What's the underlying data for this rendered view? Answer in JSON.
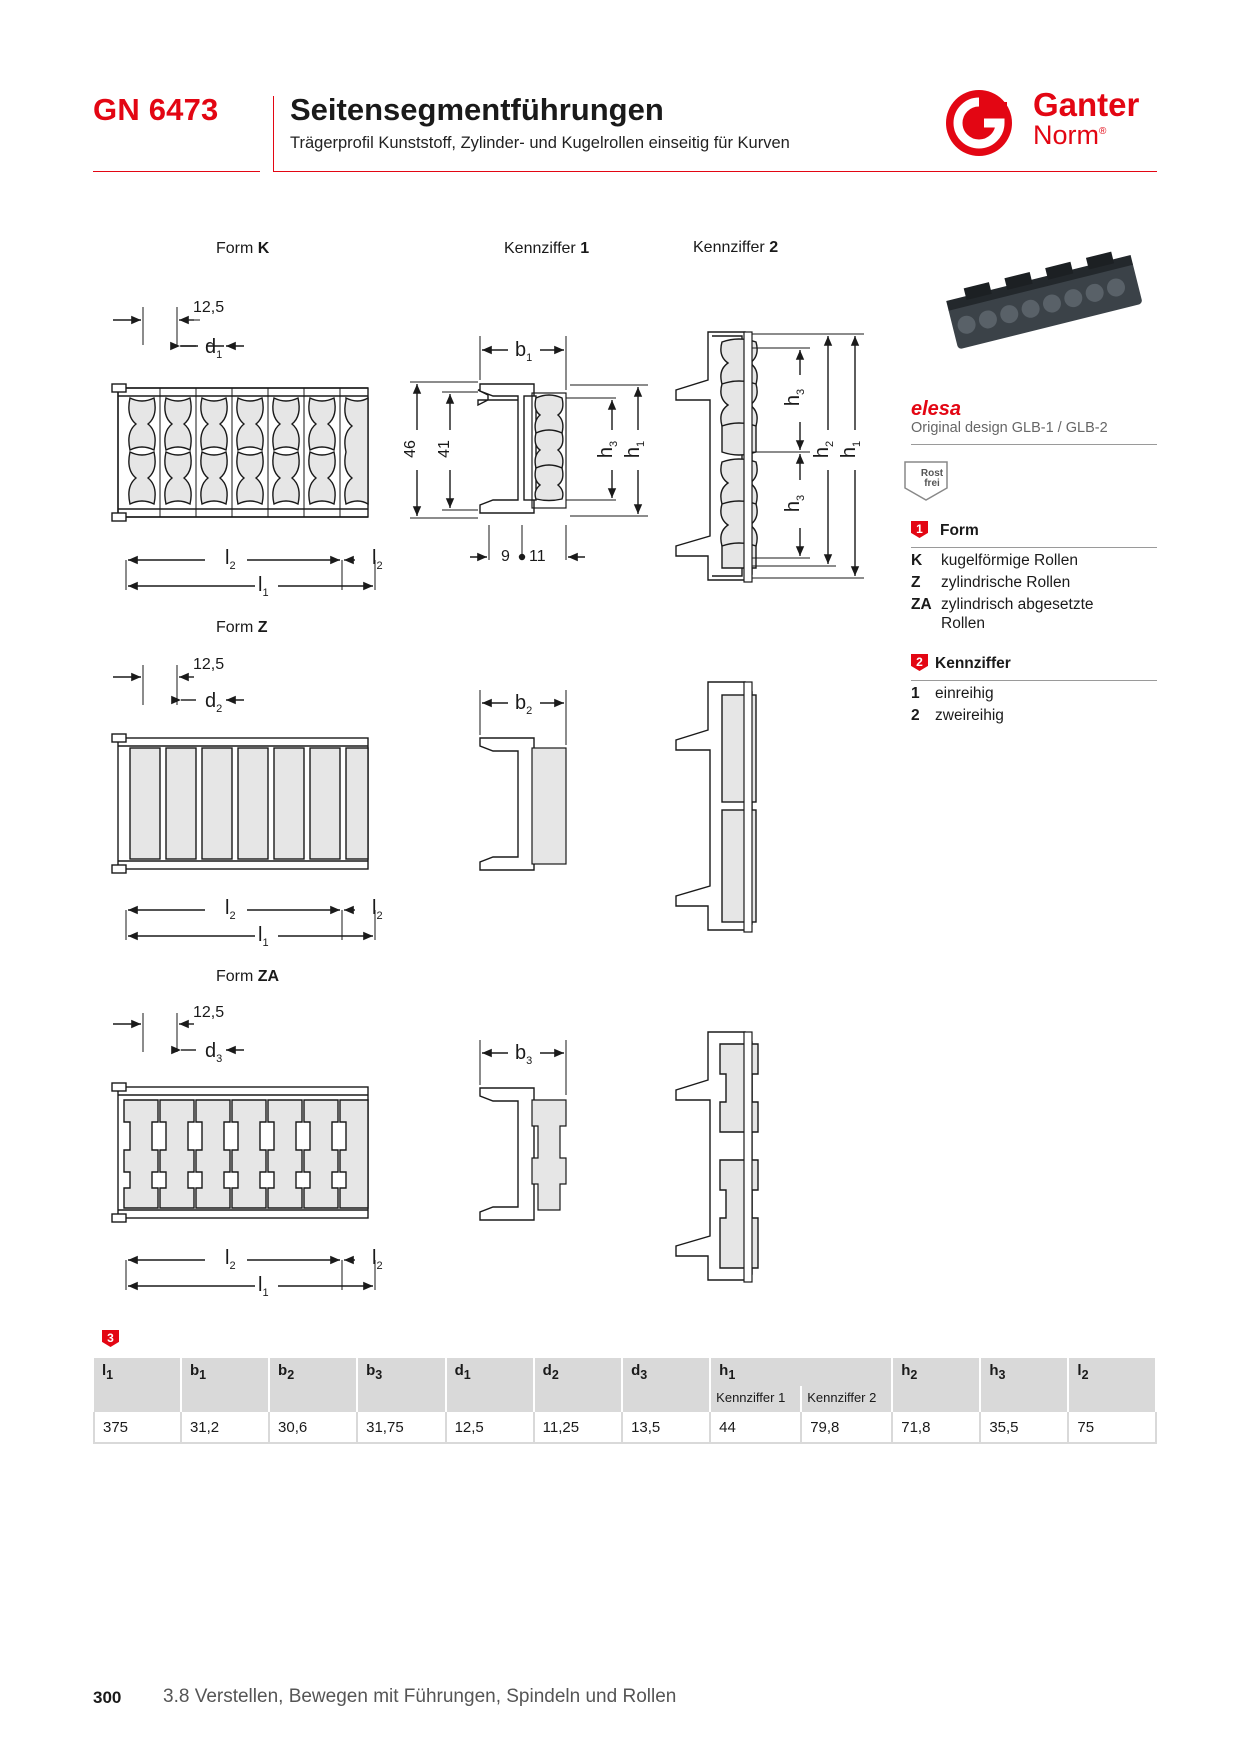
{
  "header": {
    "code": "GN 6473",
    "title": "Seitensegmentführungen",
    "subtitle": "Trägerprofil Kunststoff, Zylinder- und Kugelrollen einseitig für Kurven",
    "brand_line1": "Ganter",
    "brand_line2": "Norm",
    "brand_mark": "®"
  },
  "colors": {
    "brand_red": "#e30613",
    "table_header": "#d9d9d9"
  },
  "figures": {
    "form_k": {
      "label_prefix": "Form ",
      "label_bold": "K",
      "roller_dim": "d",
      "roller_sub": "1"
    },
    "form_z": {
      "label_prefix": "Form ",
      "label_bold": "Z",
      "roller_dim": "d",
      "roller_sub": "2"
    },
    "form_za": {
      "label_prefix": "Form ",
      "label_bold": "ZA",
      "roller_dim": "d",
      "roller_sub": "3"
    },
    "kennziffer1": {
      "label_prefix": "Kennziffer ",
      "label_bold": "1"
    },
    "kennziffer2": {
      "label_prefix": "Kennziffer ",
      "label_bold": "2"
    },
    "dims": {
      "pitch": "12,5",
      "l": "l",
      "h": "h",
      "b": "b",
      "sub1": "1",
      "sub2": "2",
      "sub3": "3",
      "height46": "46",
      "height41": "41",
      "w9": "9",
      "w11": "11"
    }
  },
  "sidebar": {
    "elesa": "elesa",
    "original_design": "Original design GLB-1 / GLB-2",
    "rostfrei_line1": "Rost",
    "rostfrei_line2": "frei",
    "section1": {
      "badge": "1",
      "title": "Form",
      "items": [
        {
          "key": "K",
          "text": "kugelförmige Rollen"
        },
        {
          "key": "Z",
          "text": "zylindrische Rollen"
        },
        {
          "key": "ZA",
          "text": "zylindrisch abgesetzte Rollen"
        }
      ]
    },
    "section2": {
      "badge": "2",
      "title": "Kennziffer",
      "items": [
        {
          "key": "1",
          "text": "einreihig"
        },
        {
          "key": "2",
          "text": "zweireihig"
        }
      ]
    }
  },
  "table": {
    "badge": "3",
    "headers": [
      {
        "base": "l",
        "sub": "1"
      },
      {
        "base": "b",
        "sub": "1"
      },
      {
        "base": "b",
        "sub": "2"
      },
      {
        "base": "b",
        "sub": "3"
      },
      {
        "base": "d",
        "sub": "1"
      },
      {
        "base": "d",
        "sub": "2"
      },
      {
        "base": "d",
        "sub": "3"
      },
      {
        "base": "h",
        "sub": "1"
      },
      {
        "base": "h",
        "sub": "2"
      },
      {
        "base": "h",
        "sub": "3"
      },
      {
        "base": "l",
        "sub": "2"
      }
    ],
    "h1_sub_headers": [
      "Kennziffer 1",
      "Kennziffer 2"
    ],
    "row": [
      "375",
      "31,2",
      "30,6",
      "31,75",
      "12,5",
      "11,25",
      "13,5",
      "44",
      "79,8",
      "71,8",
      "35,5",
      "75"
    ]
  },
  "footer": {
    "page": "300",
    "section": "3.8 Verstellen, Bewegen mit Führungen, Spindeln und Rollen"
  }
}
